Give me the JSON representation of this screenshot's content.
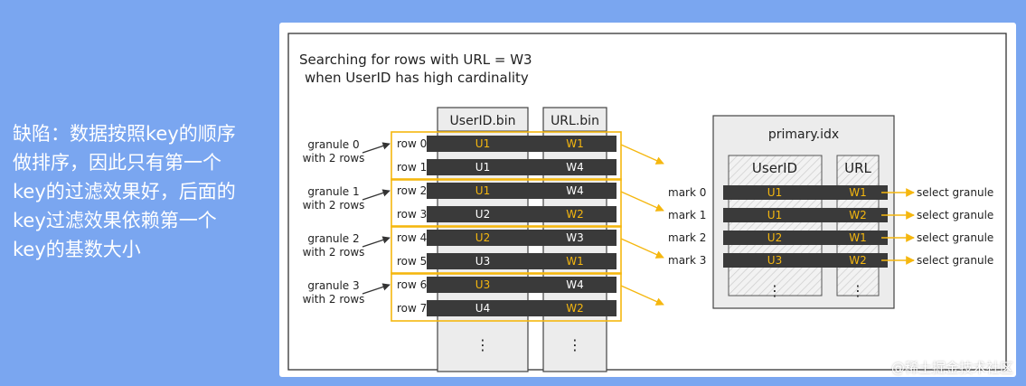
{
  "side_text": [
    "缺陷：数据按照key的顺序",
    "做排序，因此只有第一个",
    "key的过滤效果好，后面的",
    "key过滤效果依赖第一个",
    "key的基数大小"
  ],
  "diagram": {
    "title_lines": [
      "Searching for rows with URL = W3",
      "when UserID has high cardinality"
    ],
    "col_userid_bin": "UserID.bin",
    "col_url_bin": "URL.bin",
    "granules": [
      {
        "label": "granule 0",
        "sub": "with 2 rows"
      },
      {
        "label": "granule 1",
        "sub": "with 2 rows"
      },
      {
        "label": "granule 2",
        "sub": "with 2 rows"
      },
      {
        "label": "granule 3",
        "sub": "with 2 rows"
      }
    ],
    "rows": [
      {
        "label": "row 0",
        "userid": "U1",
        "url": "W1",
        "u_hl": true,
        "w_hl": true
      },
      {
        "label": "row 1",
        "userid": "U1",
        "url": "W4",
        "u_hl": false,
        "w_hl": false
      },
      {
        "label": "row 2",
        "userid": "U1",
        "url": "W4",
        "u_hl": true,
        "w_hl": false
      },
      {
        "label": "row 3",
        "userid": "U2",
        "url": "W2",
        "u_hl": false,
        "w_hl": true
      },
      {
        "label": "row 4",
        "userid": "U2",
        "url": "W3",
        "u_hl": true,
        "w_hl": false
      },
      {
        "label": "row 5",
        "userid": "U3",
        "url": "W1",
        "u_hl": false,
        "w_hl": true
      },
      {
        "label": "row 6",
        "userid": "U3",
        "url": "W4",
        "u_hl": true,
        "w_hl": false
      },
      {
        "label": "row 7",
        "userid": "U4",
        "url": "W2",
        "u_hl": false,
        "w_hl": true
      }
    ],
    "primary_idx_title": "primary.idx",
    "col_userid": "UserID",
    "col_url": "URL",
    "marks": [
      {
        "label": "mark 0",
        "userid": "U1",
        "url": "W1",
        "action": "select granule"
      },
      {
        "label": "mark 1",
        "userid": "U1",
        "url": "W2",
        "action": "select granule"
      },
      {
        "label": "mark 2",
        "userid": "U2",
        "url": "W1",
        "action": "select granule"
      },
      {
        "label": "mark 3",
        "userid": "U3",
        "url": "W2",
        "action": "select granule"
      }
    ],
    "ellipsis": "⋮"
  },
  "watermark": "@稀土掘金技术社区",
  "colors": {
    "background": "#7aa6f0",
    "bar": "#3a3a3a",
    "highlight": "#f5b70f",
    "white_text": "#ffffff",
    "column_fill": "#ececec",
    "stroke": "#555555"
  }
}
